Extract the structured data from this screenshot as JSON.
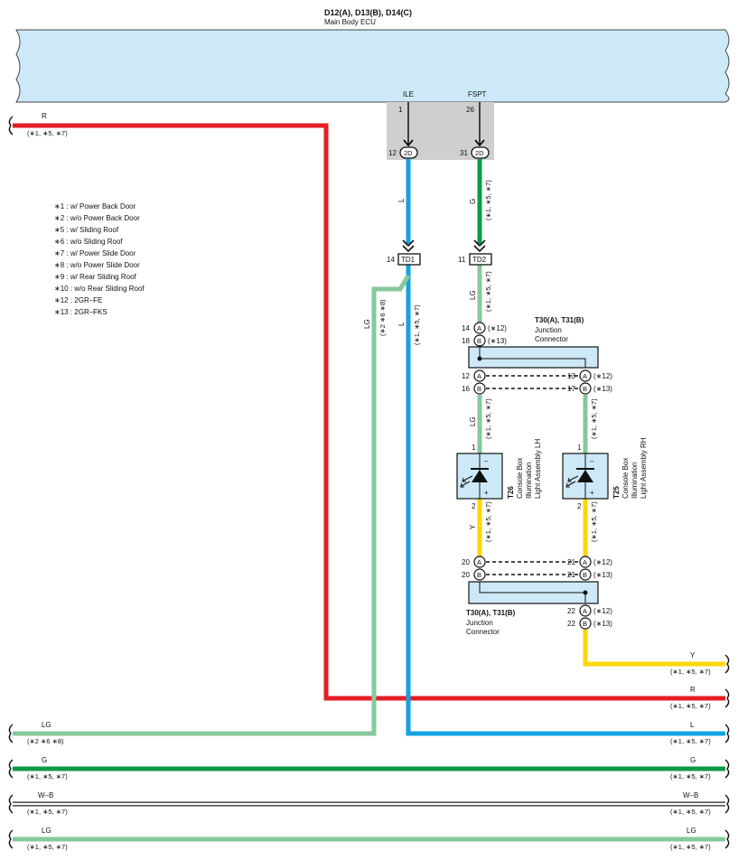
{
  "ecu": {
    "code": "D12(A), D13(B), D14(C)",
    "name": "Main Body ECU",
    "pin_ile_label": "ILE",
    "pin_fspt_label": "FSPT",
    "pin_ile_num": "1",
    "pin_fspt_num": "26",
    "conn_2d": "2D",
    "pin_12": "12",
    "pin_31": "31"
  },
  "notes": [
    "∗1 : w/ Power Back Door",
    "∗2 : w/o Power Back Door",
    "∗5 : w/ Sliding Roof",
    "∗6 : w/o Sliding Roof",
    "∗7 : w/ Power Slide Door",
    "∗8 : w/o Power Slide Door",
    "∗9 : w/ Rear Sliding Roof",
    "∗10 : w/o Rear Sliding Roof",
    "∗12 : 2GR–FE",
    "∗13 : 2GR–FKS"
  ],
  "wire_labels": {
    "r": "R",
    "lg": "LG",
    "l": "L",
    "g": "G",
    "y": "Y",
    "wb": "W–B",
    "cond_157": "(∗1, ∗5, ∗7)",
    "cond_268": "(∗2 ∗6 ∗8)"
  },
  "td1": {
    "label": "TD1",
    "pin": "14"
  },
  "td2": {
    "label": "TD2",
    "pin": "11"
  },
  "junction": {
    "title": "T30(A), T31(B)",
    "line1": "Junction",
    "line2": "Connector",
    "a": "A",
    "b": "B",
    "p14": "14",
    "p18": "18",
    "p12": "12",
    "p16": "16",
    "p13": "13",
    "p17": "17",
    "p20": "20",
    "p21": "21",
    "p22": "22",
    "n12": "(∗12)",
    "n13": "(∗13)"
  },
  "lamps": {
    "t26_code": "T26",
    "t26_l1": "Console Box",
    "t26_l2": "Illumination",
    "t26_l3": "Light Assembly LH",
    "t25_code": "T25",
    "t25_l1": "Console Box",
    "t25_l2": "Illumination",
    "t25_l3": "Light Assembly RH",
    "pin1": "1",
    "pin2": "2",
    "minus": "–",
    "plus": "+"
  },
  "colors": {
    "red": "#e41e26",
    "lightgreen": "#86c99b",
    "blue": "#12a3e0",
    "green": "#0c9a44",
    "yellow": "#ffd600",
    "ecu_fill": "#cde9f8",
    "box_fill": "#cde9f8"
  }
}
